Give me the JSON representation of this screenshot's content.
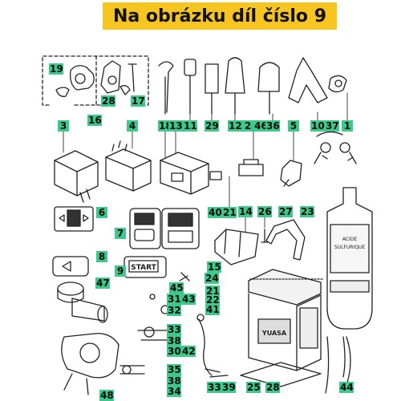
{
  "header": {
    "title": "Na obrázku díl číslo 9"
  },
  "callouts": [
    "19",
    "28",
    "17",
    "16",
    "3",
    "4",
    "18",
    "13",
    "11",
    "29",
    "12",
    "2",
    "46",
    "36",
    "5",
    "10",
    "37",
    "1",
    "6",
    "40",
    "21",
    "14",
    "26",
    "27",
    "23",
    "7",
    "8",
    "9",
    "15",
    "24",
    "47",
    "45",
    "31",
    "43",
    "21",
    "22",
    "41",
    "32",
    "33",
    "38",
    "30",
    "42",
    "35",
    "38",
    "34",
    "48",
    "33",
    "39",
    "25",
    "28",
    "44"
  ],
  "colors": {
    "banner": "#f7c51f",
    "callout": "#3ec98c"
  }
}
